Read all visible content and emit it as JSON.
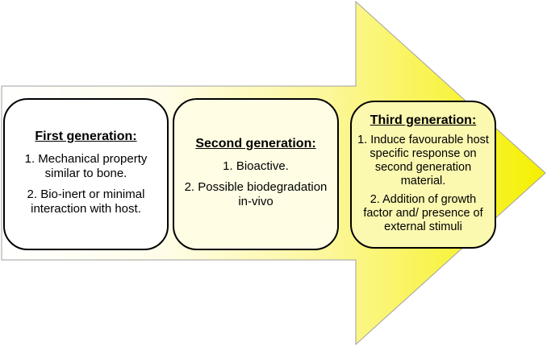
{
  "colors": {
    "arrow_start": "#ffffff",
    "arrow_end": "#f5f000",
    "border": "#000000",
    "text": "#000000"
  },
  "generations": [
    {
      "title": "First generation:",
      "items": [
        "1. Mechanical property similar to bone.",
        "2. Bio-inert or minimal interaction with host."
      ]
    },
    {
      "title": "Second generation:",
      "items": [
        "1. Bioactive.",
        "2. Possible biodegradation in-vivo"
      ]
    },
    {
      "title": "Third generation:",
      "items": [
        "1. Induce favourable host specific response on second generation material.",
        "2. Addition of growth factor and/ presence of external stimuli"
      ]
    }
  ]
}
